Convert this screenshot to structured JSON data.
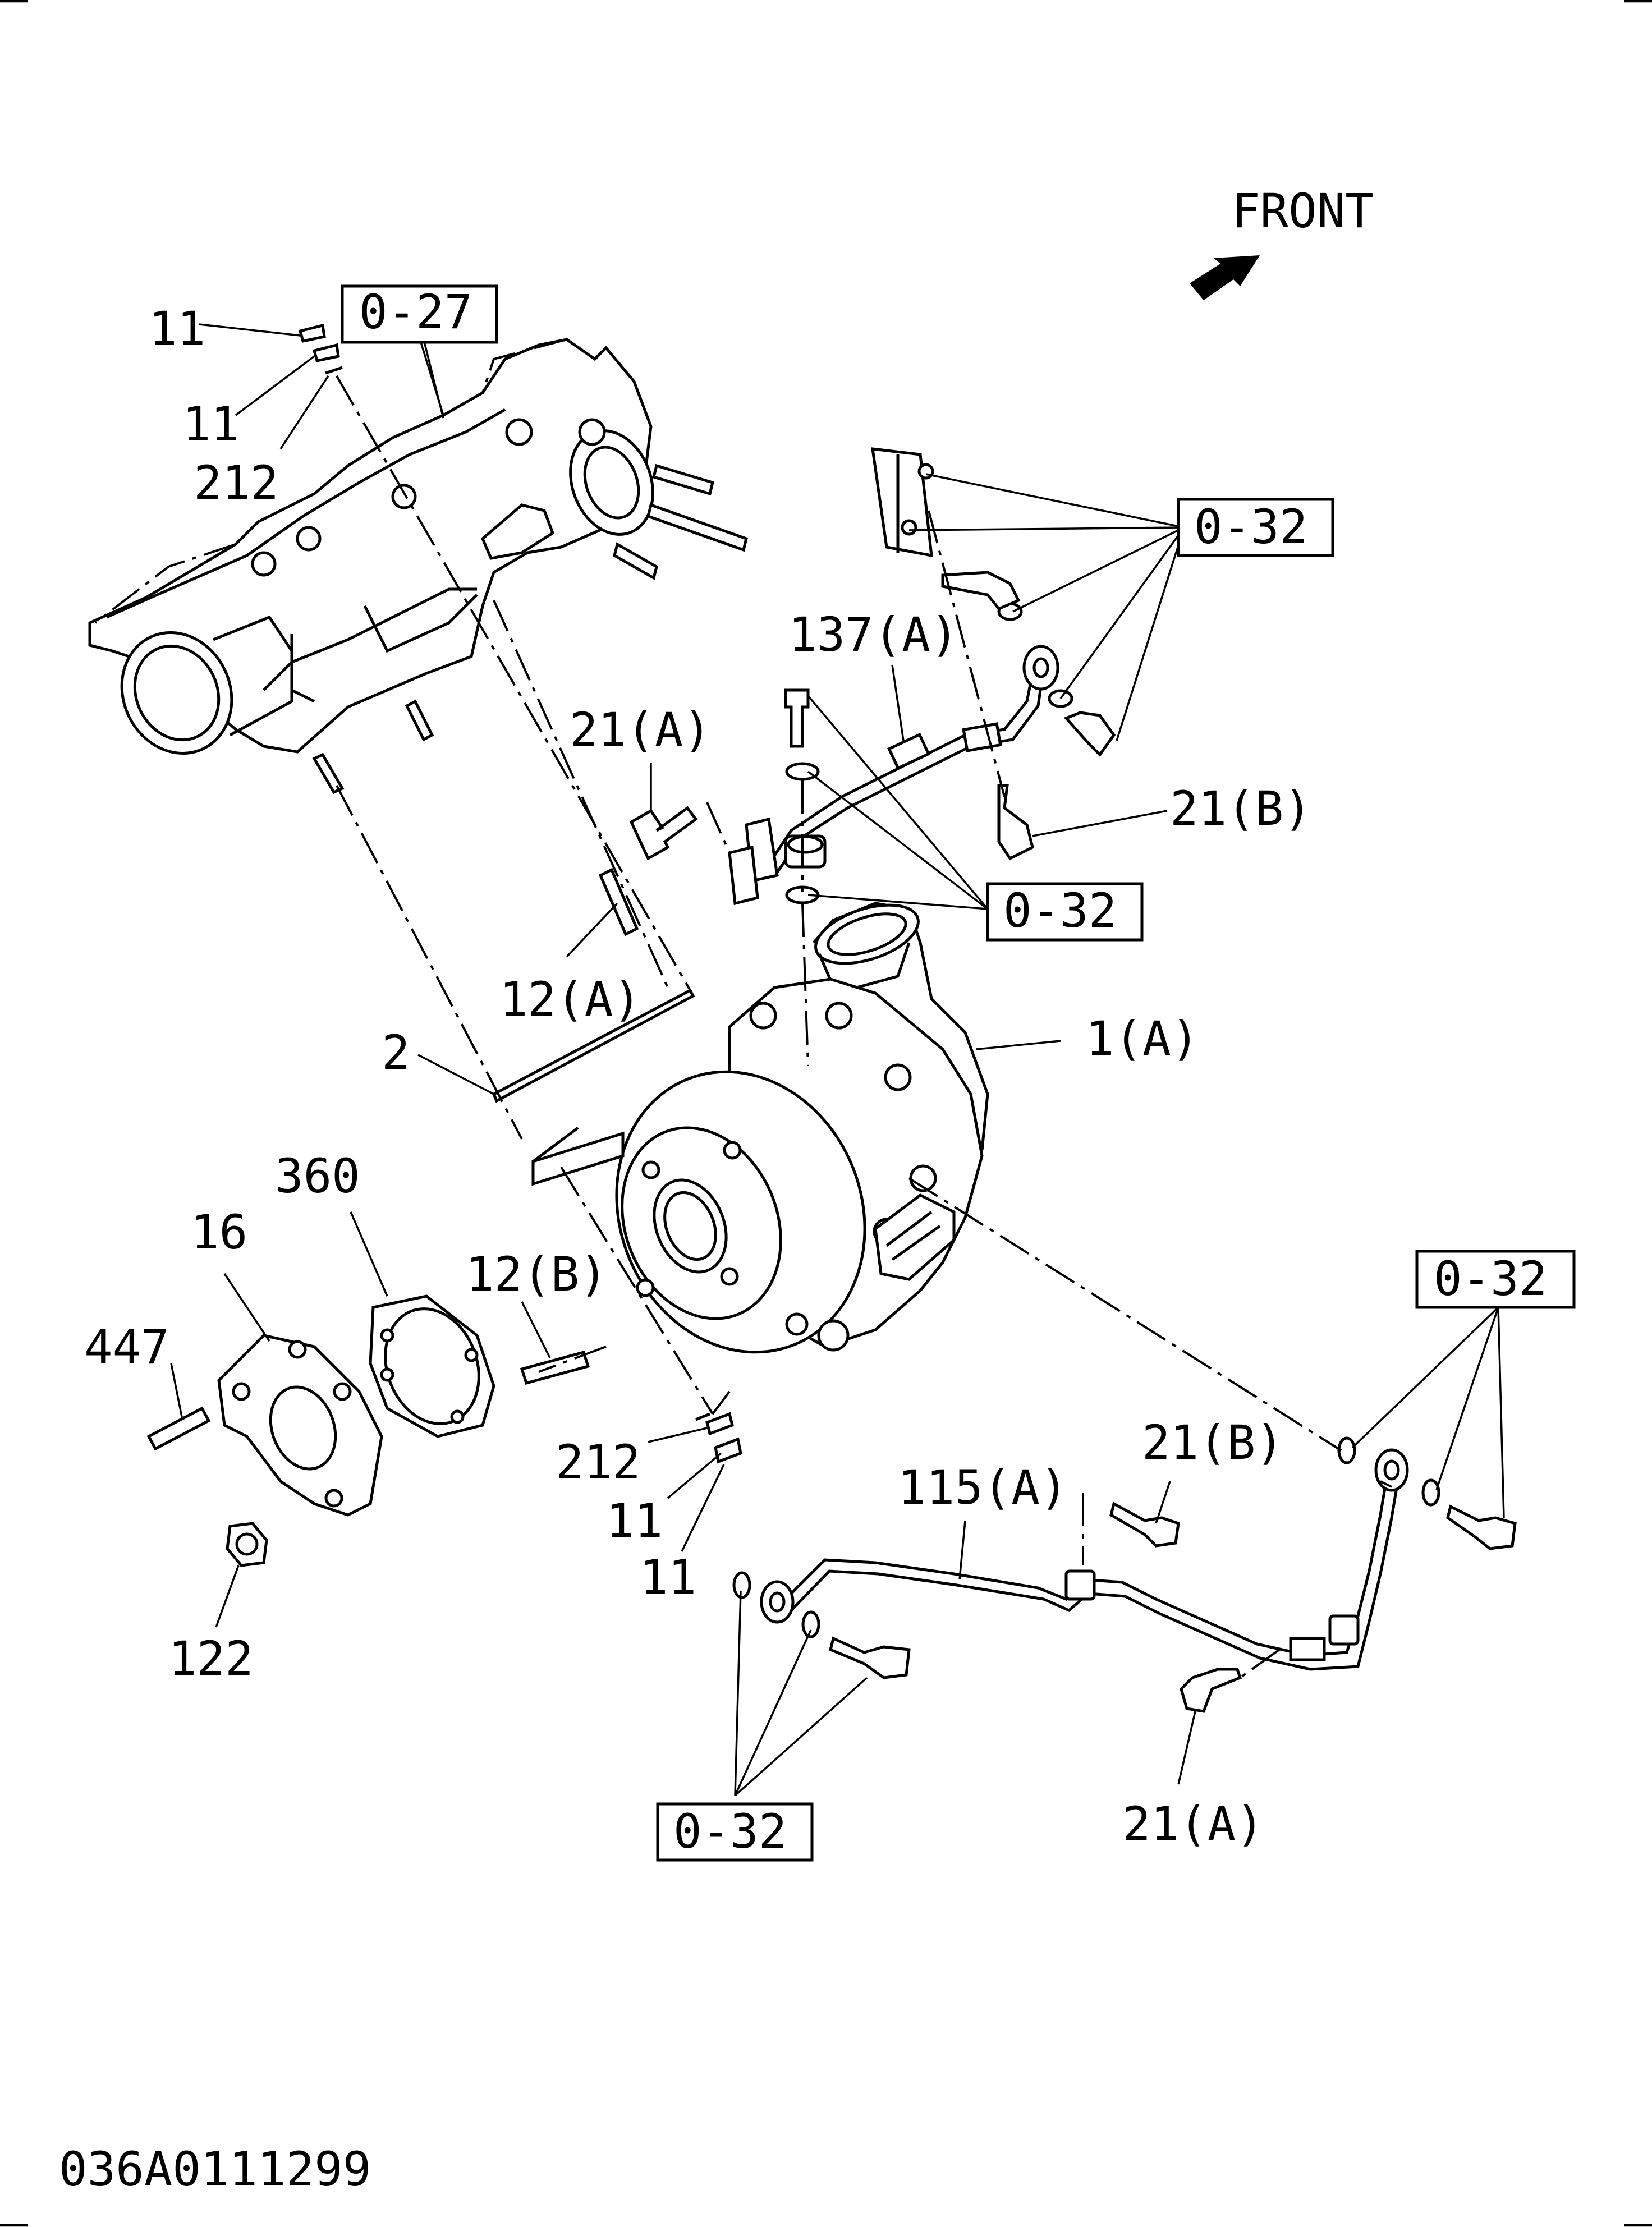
{
  "diagram": {
    "orientation_label": "FRONT",
    "drawing_number": "036A0111299",
    "reference_boxes": [
      "0-27",
      "0-32",
      "0-32",
      "0-32",
      "0-32"
    ],
    "callouts": {
      "c11a": "11",
      "c11b": "11",
      "c212a": "212",
      "c137a": "137(A)",
      "c21a_top": "21(A)",
      "c21b_top": "21(B)",
      "c12a": "12(A)",
      "c2": "2",
      "c1a": "1(A)",
      "c360": "360",
      "c16": "16",
      "c12b": "12(B)",
      "c447": "447",
      "c212b": "212",
      "c11c": "11",
      "c11d": "11",
      "c122": "122",
      "c115a": "115(A)",
      "c21b_bot": "21(B)",
      "c21a_bot": "21(A)"
    }
  }
}
